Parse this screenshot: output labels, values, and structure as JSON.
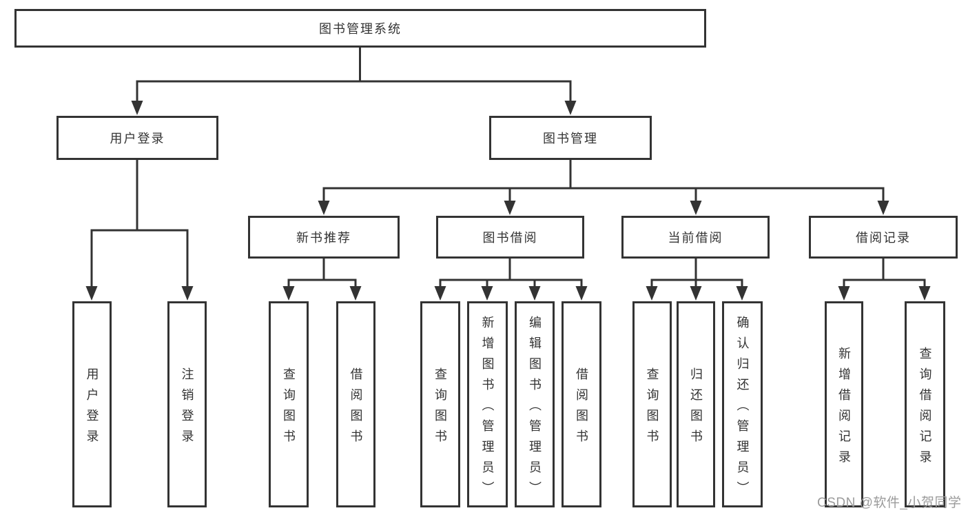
{
  "nodes": {
    "root": "图书管理系统",
    "user_login": "用户登录",
    "book_mgmt": "图书管理",
    "new_book_rec": "新书推荐",
    "book_borrow": "图书借阅",
    "current_borrow": "当前借阅",
    "borrow_records": "借阅记录",
    "leaf_user_login": "用户登录",
    "leaf_logout_login": "注销登录",
    "leaf_query_book_newrec": "查询图书",
    "leaf_borrow_book_newrec": "借阅图书",
    "leaf_query_book_borrow": "查询图书",
    "leaf_add_book_admin": "新增图书（管理员）",
    "leaf_edit_book_admin": "编辑图书（管理员）",
    "leaf_borrow_book_borrow": "借阅图书",
    "leaf_query_book_current": "查询图书",
    "leaf_return_book": "归还图书",
    "leaf_confirm_return_admin": "确认归还（管理员）",
    "leaf_add_borrow_record": "新增借阅记录",
    "leaf_query_borrow_record": "查询借阅记录"
  },
  "watermark": "CSDN @软件_小贺同学",
  "colors": {
    "line": "#333333",
    "box_border": "#333333",
    "text": "#333333",
    "watermark": "#9b9b9b",
    "background": "#ffffff"
  }
}
